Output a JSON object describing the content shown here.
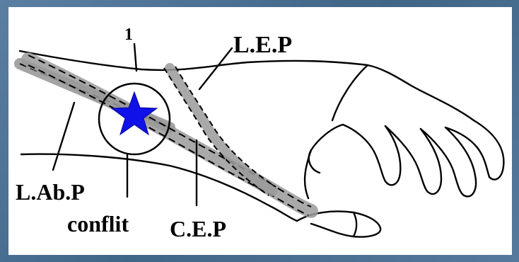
{
  "diagram": {
    "labels": {
      "number": "1",
      "lep": "L.E.P",
      "labp": "L.Ab.P",
      "conflit": "conflit",
      "cep": "C.E.P"
    },
    "colors": {
      "frame": "#4a6f91",
      "panel": "#ffffff",
      "star": "#1010e8",
      "tendon": "#9a9a9a",
      "ink": "#000000"
    },
    "icons": [
      "hand-outline",
      "star-icon"
    ]
  }
}
